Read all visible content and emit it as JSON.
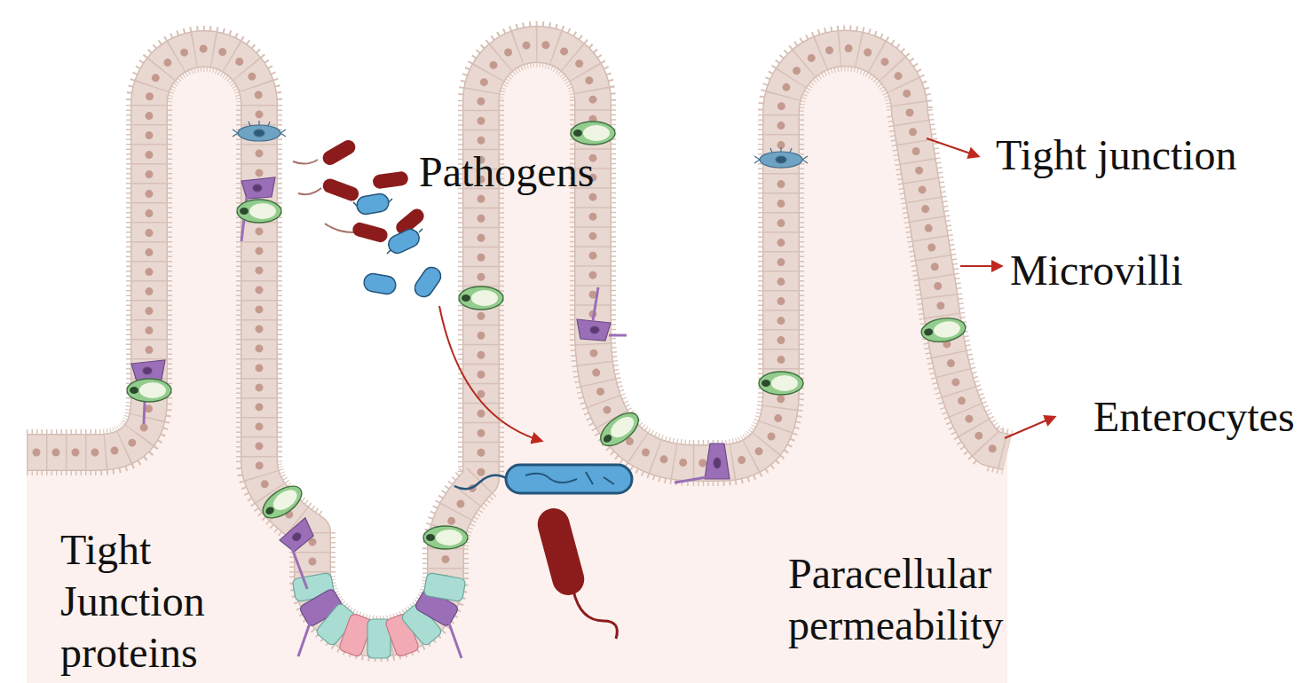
{
  "diagram": {
    "labels": [
      "Pathogens",
      "Tight junction",
      "Microvilli",
      "Enterocytes",
      "Tight Junction proteins",
      "Paracellular permeability"
    ]
  }
}
